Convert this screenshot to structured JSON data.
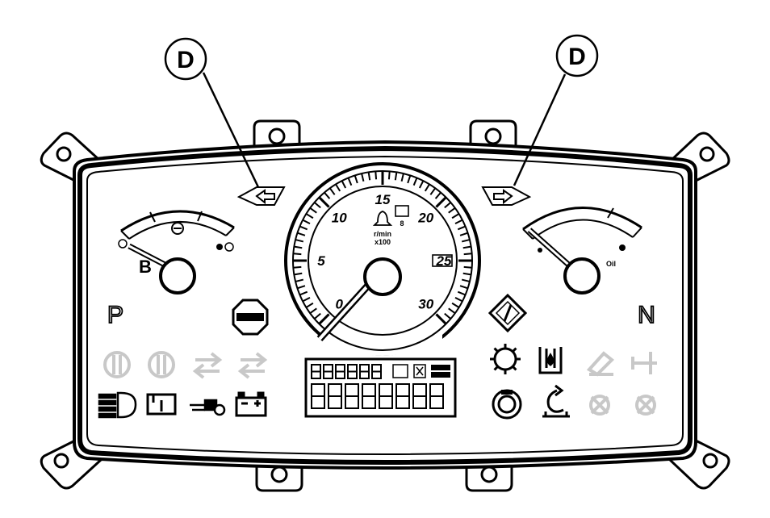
{
  "callouts": {
    "left": "D",
    "right": "D"
  },
  "tachometer": {
    "labels": [
      "0",
      "5",
      "10",
      "15",
      "20",
      "25",
      "30"
    ],
    "unit_line1": "r/min",
    "unit_line2": "x100",
    "hours_symbol_digit": "8"
  },
  "indicators": {
    "park": "P",
    "neutral": "N"
  },
  "left_gauge": {
    "symbol": "B"
  },
  "right_gauge": {
    "symbol": "Oil"
  },
  "colors": {
    "line": "#000000",
    "faded": "#c8c8c8",
    "background": "#ffffff"
  }
}
